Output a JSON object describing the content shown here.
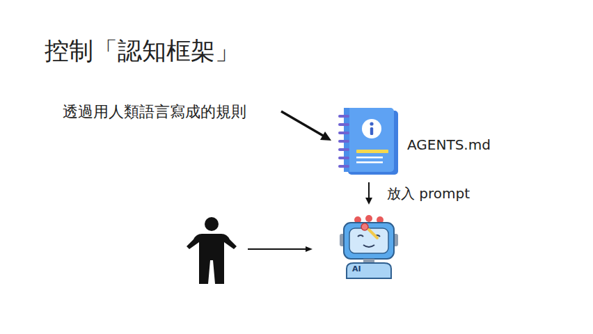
{
  "diagram": {
    "title": "控制「認知框架」",
    "nodes": [
      {
        "text": [
          "AGENTS.md"
        ]
      },
      {
        "text": [
          "AI"
        ]
      }
    ],
    "edges": [
      {
        "from": 0,
        "to": 1,
        "label": "放入 prompt",
        "arrow": "to"
      }
    ],
    "labels": [
      "透過用人類語言寫成的規則"
    ]
  }
}
